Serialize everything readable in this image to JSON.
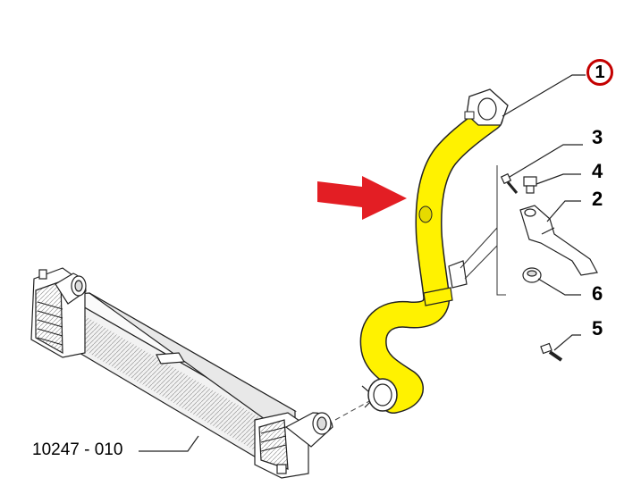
{
  "diagram": {
    "callouts": {
      "part_1": "1",
      "part_2": "2",
      "part_3": "3",
      "part_4": "4",
      "part_5": "5",
      "part_6": "6"
    },
    "reference_part": "10247 - 010"
  },
  "colors": {
    "highlight_hose": "#fff200",
    "arrow": "#e31e24",
    "callout_ring": "#c40000",
    "line": "#1a1a1a"
  }
}
